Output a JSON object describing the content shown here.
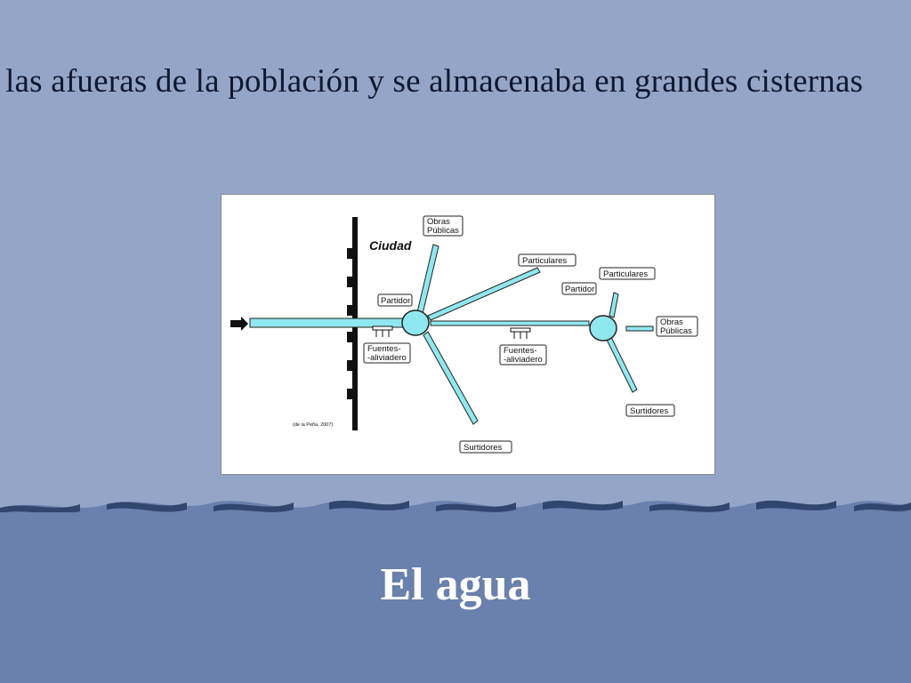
{
  "slide": {
    "body_text": "a las afueras de la población y se almacenaba en grandes cisternas",
    "title": "El agua"
  },
  "diagram": {
    "city_label": "Ciudad",
    "citation": "(de la Peña, 2007)",
    "labels": {
      "obras_publicas_top_1": "Obras",
      "obras_publicas_top_2": "Públicas",
      "particulares_1": "Particulares",
      "partidor_1": "Partidor",
      "fuentes_1a": "Fuentes-",
      "fuentes_1b": "-aliviadero",
      "surtidores_1": "Surtidores",
      "fuentes_2a": "Fuentes-",
      "fuentes_2b": "-aliviadero",
      "partidor_2": "Partidor",
      "particulares_2": "Particulares",
      "obras_publicas_right_1": "Obras",
      "obras_publicas_right_2": "Públicas",
      "surtidores_2": "Surtidores"
    }
  },
  "colors": {
    "background": "#93a6c7",
    "band": "#6a80ad",
    "pipe": "#8fe8ef",
    "text": "#0f1830"
  }
}
